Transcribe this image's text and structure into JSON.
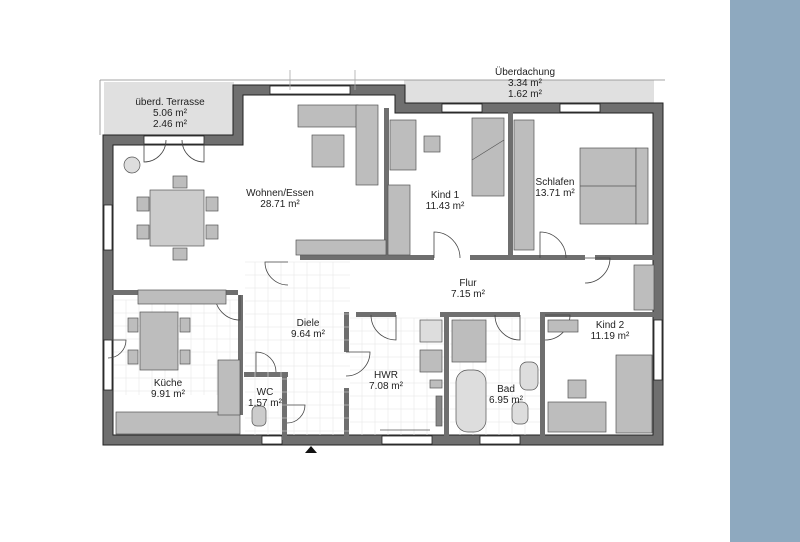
{
  "accent_colors": {
    "sidebar": "#8ea9bf",
    "wall": "#6f6f6f",
    "furniture": "#bdbdbd",
    "outdoor": "#e0e0e0"
  },
  "rooms": [
    {
      "id": "terrace",
      "name": "überd. Terrasse",
      "area1": "5.06 m²",
      "area2": "2.46 m²"
    },
    {
      "id": "canopy",
      "name": "Überdachung",
      "area1": "3.34 m²",
      "area2": "1.62 m²"
    },
    {
      "id": "living",
      "name": "Wohnen/Essen",
      "area": "28.71 m²"
    },
    {
      "id": "kind1",
      "name": "Kind 1",
      "area": "11.43 m²"
    },
    {
      "id": "schlafen",
      "name": "Schlafen",
      "area": "13.71 m²"
    },
    {
      "id": "flur",
      "name": "Flur",
      "area": "7.15 m²"
    },
    {
      "id": "diele",
      "name": "Diele",
      "area": "9.64 m²"
    },
    {
      "id": "kind2",
      "name": "Kind 2",
      "area": "11.19 m²"
    },
    {
      "id": "hwr",
      "name": "HWR",
      "area": "7.08 m²"
    },
    {
      "id": "bad",
      "name": "Bad",
      "area": "6.95 m²"
    },
    {
      "id": "kueche",
      "name": "Küche",
      "area": "9.91 m²"
    },
    {
      "id": "wc",
      "name": "WC",
      "area": "1.57 m²"
    }
  ]
}
